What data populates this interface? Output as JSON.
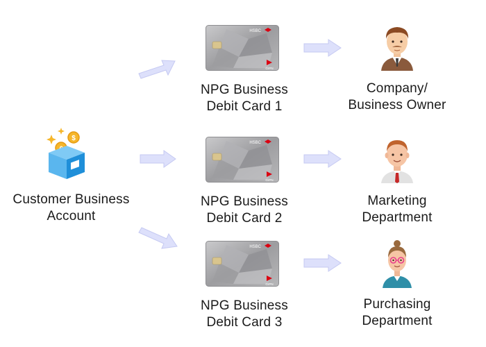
{
  "account": {
    "line1": "Customer Business",
    "line2": "Account"
  },
  "cards": [
    {
      "line1": "NPG Business",
      "line2": "Debit Card 1",
      "brand": "HSBC",
      "mark": "GrPN"
    },
    {
      "line1": "NPG Business",
      "line2": "Debit Card 2",
      "brand": "HSBC",
      "mark": "GrPN"
    },
    {
      "line1": "NPG Business",
      "line2": "Debit Card 3",
      "brand": "HSBC",
      "mark": "GrPN"
    }
  ],
  "holders": [
    {
      "line1": "Company/",
      "line2": "Business Owner"
    },
    {
      "line1": "Marketing",
      "line2": "Department"
    },
    {
      "line1": "Purchasing",
      "line2": "Department"
    }
  ],
  "colors": {
    "arrow_fill": "#dde0fb",
    "arrow_stroke": "#c5c9f2",
    "card_base": "#a9a9ab",
    "hsbc_red": "#db0011",
    "box_blue": "#1f8fd9",
    "coin_gold": "#f6b62a"
  },
  "icons": {
    "account": "money-box-icon",
    "owner": "businessman-icon",
    "marketing": "employee-man-icon",
    "purchasing": "employee-woman-icon"
  }
}
